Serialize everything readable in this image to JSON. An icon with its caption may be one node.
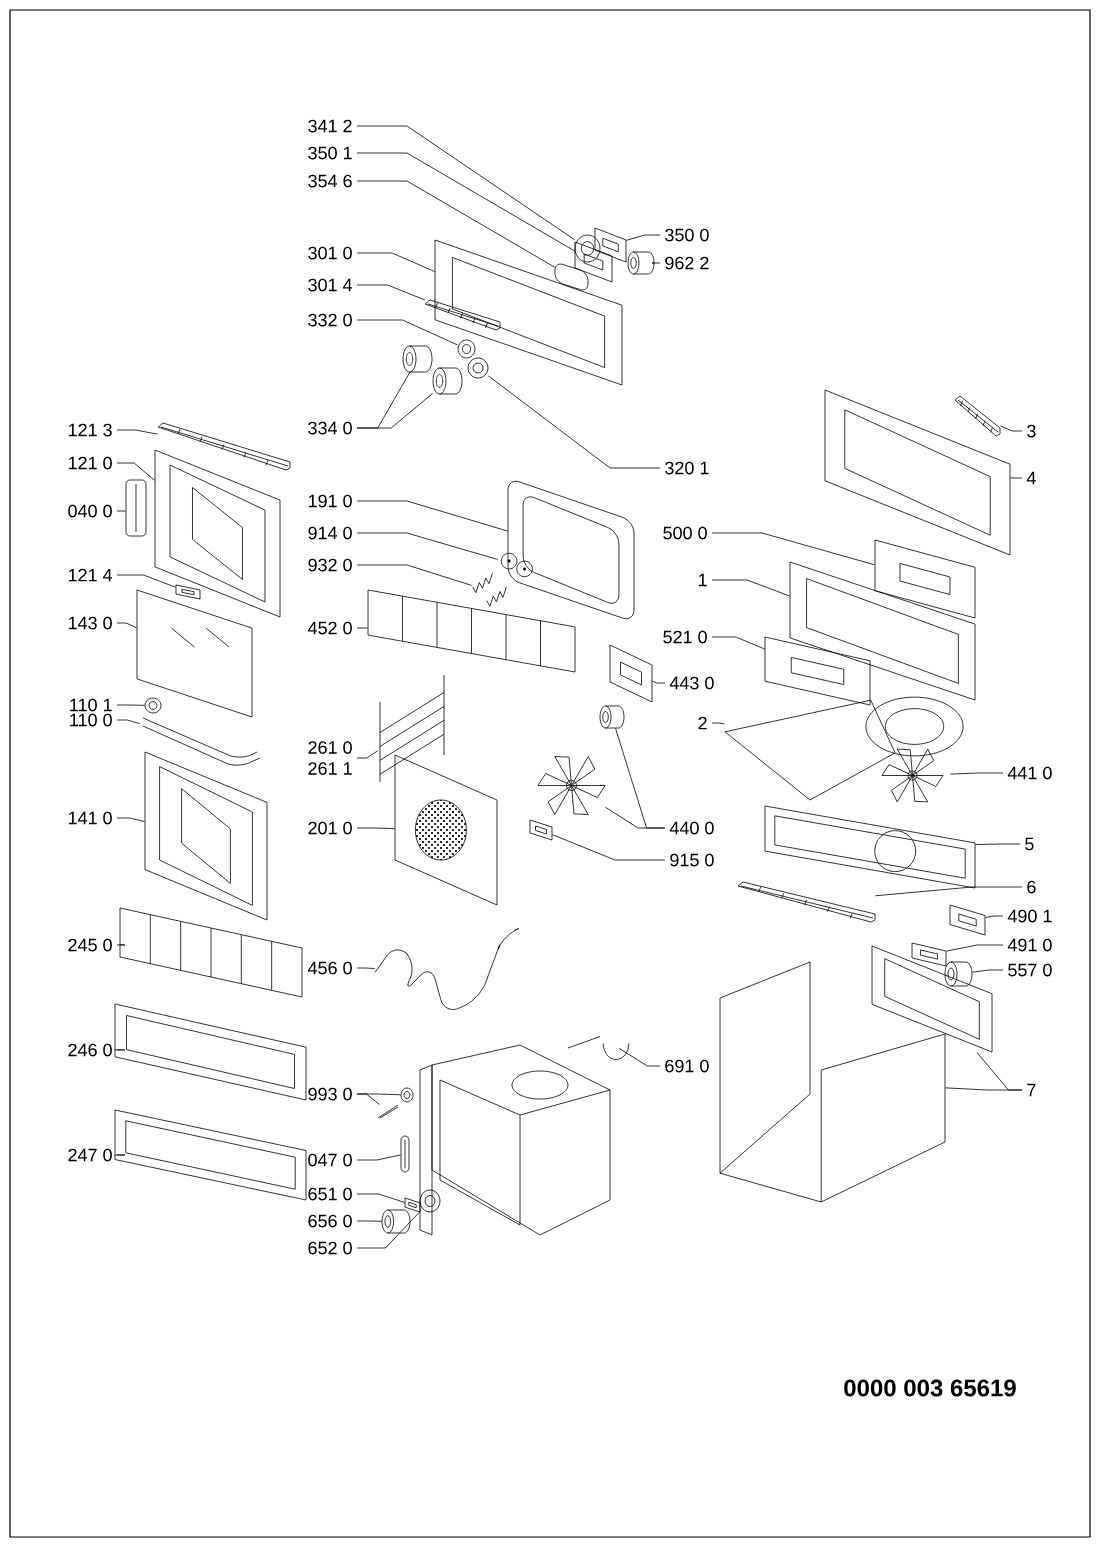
{
  "diagram": {
    "nodes": [
      {
        "text": [
          "341 2"
        ]
      },
      {
        "text": [],
        "shape": "picture"
      },
      {
        "text": [
          "350 1"
        ]
      },
      {
        "text": [],
        "shape": "picture"
      },
      {
        "text": [
          "354 6"
        ]
      },
      {
        "text": [],
        "shape": "picture"
      },
      {
        "text": [
          "350 0"
        ]
      },
      {
        "text": [],
        "shape": "picture"
      },
      {
        "text": [
          "962 2"
        ]
      },
      {
        "text": [],
        "shape": "picture"
      },
      {
        "text": [
          "301 0"
        ]
      },
      {
        "text": [],
        "shape": "picture"
      },
      {
        "text": [
          "301 4"
        ]
      },
      {
        "text": [],
        "shape": "picture"
      },
      {
        "text": [
          "332 0"
        ]
      },
      {
        "text": [],
        "shape": "picture"
      },
      {
        "text": [
          "334 0"
        ]
      },
      {
        "text": [],
        "shape": "picture"
      },
      {
        "text": [],
        "shape": "picture"
      },
      {
        "text": [
          "320 1"
        ]
      },
      {
        "text": [],
        "shape": "picture"
      },
      {
        "text": [
          "191 0"
        ]
      },
      {
        "text": [],
        "shape": "picture"
      },
      {
        "text": [
          "914 0"
        ]
      },
      {
        "text": [],
        "shape": "picture"
      },
      {
        "text": [
          "932 0"
        ]
      },
      {
        "text": [],
        "shape": "picture"
      },
      {
        "text": [
          "452 0"
        ]
      },
      {
        "text": [],
        "shape": "picture"
      },
      {
        "text": [
          "261 0",
          "261 1"
        ]
      },
      {
        "text": [],
        "shape": "picture"
      },
      {
        "text": [
          "201 0"
        ]
      },
      {
        "text": [],
        "shape": "picture"
      },
      {
        "text": [
          "456 0"
        ]
      },
      {
        "text": [],
        "shape": "picture"
      },
      {
        "text": [
          "993 0"
        ]
      },
      {
        "text": [],
        "shape": "picture"
      },
      {
        "text": [],
        "shape": "picture"
      },
      {
        "text": [
          "047 0"
        ]
      },
      {
        "text": [],
        "shape": "picture"
      },
      {
        "text": [
          "651 0"
        ]
      },
      {
        "text": [],
        "shape": "picture"
      },
      {
        "text": [
          "656 0"
        ]
      },
      {
        "text": [],
        "shape": "picture"
      },
      {
        "text": [
          "652 0"
        ]
      },
      {
        "text": [],
        "shape": "picture"
      },
      {
        "text": [
          "691 0"
        ]
      },
      {
        "text": [],
        "shape": "picture"
      },
      {
        "text": [
          "443 0"
        ]
      },
      {
        "text": [],
        "shape": "picture"
      },
      {
        "text": [
          "440 0"
        ]
      },
      {
        "text": [],
        "shape": "picture"
      },
      {
        "text": [],
        "shape": "picture"
      },
      {
        "text": [
          "915 0"
        ]
      },
      {
        "text": [],
        "shape": "picture"
      },
      {
        "text": [
          "3"
        ]
      },
      {
        "text": [],
        "shape": "picture"
      },
      {
        "text": [
          "4"
        ]
      },
      {
        "text": [],
        "shape": "picture"
      },
      {
        "text": [
          "500 0"
        ]
      },
      {
        "text": [],
        "shape": "picture"
      },
      {
        "text": [
          "1"
        ]
      },
      {
        "text": [],
        "shape": "picture"
      },
      {
        "text": [
          "521 0"
        ]
      },
      {
        "text": [],
        "shape": "picture"
      },
      {
        "text": [
          "2"
        ]
      },
      {
        "text": [],
        "shape": "picture"
      },
      {
        "text": [
          "441 0"
        ]
      },
      {
        "text": [],
        "shape": "picture"
      },
      {
        "text": [
          "5"
        ]
      },
      {
        "text": [],
        "shape": "picture"
      },
      {
        "text": [
          "6"
        ]
      },
      {
        "text": [],
        "shape": "picture"
      },
      {
        "text": [
          "490 1"
        ]
      },
      {
        "text": [],
        "shape": "picture"
      },
      {
        "text": [
          "491 0"
        ]
      },
      {
        "text": [],
        "shape": "picture"
      },
      {
        "text": [
          "557 0"
        ]
      },
      {
        "text": [],
        "shape": "picture"
      },
      {
        "text": [
          "7"
        ]
      },
      {
        "text": [],
        "shape": "picture"
      },
      {
        "text": [],
        "shape": "picture"
      },
      {
        "text": [
          "121 3"
        ]
      },
      {
        "text": [],
        "shape": "picture"
      },
      {
        "text": [
          "121 0"
        ]
      },
      {
        "text": [],
        "shape": "picture"
      },
      {
        "text": [
          "040 0"
        ]
      },
      {
        "text": [],
        "shape": "picture"
      },
      {
        "text": [
          "121 4"
        ]
      },
      {
        "text": [],
        "shape": "picture"
      },
      {
        "text": [
          "143 0"
        ]
      },
      {
        "text": [],
        "shape": "picture"
      },
      {
        "text": [
          "110 1"
        ]
      },
      {
        "text": [],
        "shape": "picture"
      },
      {
        "text": [
          "110 0"
        ]
      },
      {
        "text": [],
        "shape": "picture"
      },
      {
        "text": [
          "141 0"
        ]
      },
      {
        "text": [],
        "shape": "picture"
      },
      {
        "text": [
          "245 0"
        ]
      },
      {
        "text": [],
        "shape": "picture"
      },
      {
        "text": [
          "246 0"
        ]
      },
      {
        "text": [],
        "shape": "picture"
      },
      {
        "text": [
          "247 0"
        ]
      },
      {
        "text": [],
        "shape": "picture"
      }
    ],
    "edges": [
      {
        "from": 0,
        "to": 1,
        "arrow": "none"
      },
      {
        "from": 2,
        "to": 3,
        "arrow": "none"
      },
      {
        "from": 4,
        "to": 5,
        "arrow": "none"
      },
      {
        "from": 6,
        "to": 7,
        "arrow": "none"
      },
      {
        "from": 8,
        "to": 9,
        "arrow": "none"
      },
      {
        "from": 10,
        "to": 11,
        "arrow": "none"
      },
      {
        "from": 12,
        "to": 13,
        "arrow": "none"
      },
      {
        "from": 14,
        "to": 15,
        "arrow": "none"
      },
      {
        "from": 16,
        "to": 17,
        "arrow": "none"
      },
      {
        "from": 16,
        "to": 18,
        "arrow": "none"
      },
      {
        "from": 19,
        "to": 20,
        "arrow": "none"
      },
      {
        "from": 21,
        "to": 22,
        "arrow": "none"
      },
      {
        "from": 23,
        "to": 24,
        "arrow": "none"
      },
      {
        "from": 25,
        "to": 26,
        "arrow": "none"
      },
      {
        "from": 27,
        "to": 28,
        "arrow": "none"
      },
      {
        "from": 29,
        "to": 30,
        "arrow": "none"
      },
      {
        "from": 31,
        "to": 32,
        "arrow": "none"
      },
      {
        "from": 33,
        "to": 34,
        "arrow": "none"
      },
      {
        "from": 35,
        "to": 36,
        "arrow": "none"
      },
      {
        "from": 35,
        "to": 37,
        "arrow": "none"
      },
      {
        "from": 38,
        "to": 39,
        "arrow": "none"
      },
      {
        "from": 40,
        "to": 41,
        "arrow": "none"
      },
      {
        "from": 42,
        "to": 43,
        "arrow": "none"
      },
      {
        "from": 44,
        "to": 45,
        "arrow": "none"
      },
      {
        "from": 46,
        "to": 47,
        "arrow": "none"
      },
      {
        "from": 48,
        "to": 49,
        "arrow": "none"
      },
      {
        "from": 50,
        "to": 51,
        "arrow": "none"
      },
      {
        "from": 50,
        "to": 52,
        "arrow": "none"
      },
      {
        "from": 53,
        "to": 54,
        "arrow": "none"
      },
      {
        "from": 55,
        "to": 56,
        "arrow": "none"
      },
      {
        "from": 57,
        "to": 58,
        "arrow": "none"
      },
      {
        "from": 59,
        "to": 60,
        "arrow": "none"
      },
      {
        "from": 61,
        "to": 62,
        "arrow": "none"
      },
      {
        "from": 63,
        "to": 64,
        "arrow": "none"
      },
      {
        "from": 65,
        "to": 66,
        "arrow": "none"
      },
      {
        "from": 67,
        "to": 68,
        "arrow": "none"
      },
      {
        "from": 69,
        "to": 70,
        "arrow": "none"
      },
      {
        "from": 71,
        "to": 72,
        "arrow": "none"
      },
      {
        "from": 73,
        "to": 74,
        "arrow": "none"
      },
      {
        "from": 75,
        "to": 76,
        "arrow": "none"
      },
      {
        "from": 77,
        "to": 78,
        "arrow": "none"
      },
      {
        "from": 79,
        "to": 80,
        "arrow": "none"
      },
      {
        "from": 79,
        "to": 81,
        "arrow": "none"
      },
      {
        "from": 82,
        "to": 83,
        "arrow": "none"
      },
      {
        "from": 84,
        "to": 85,
        "arrow": "none"
      },
      {
        "from": 86,
        "to": 87,
        "arrow": "none"
      },
      {
        "from": 88,
        "to": 89,
        "arrow": "none"
      },
      {
        "from": 90,
        "to": 91,
        "arrow": "none"
      },
      {
        "from": 92,
        "to": 93,
        "arrow": "none"
      },
      {
        "from": 94,
        "to": 95,
        "arrow": "none"
      },
      {
        "from": 96,
        "to": 97,
        "arrow": "none"
      },
      {
        "from": 98,
        "to": 99,
        "arrow": "none"
      },
      {
        "from": 100,
        "to": 101,
        "arrow": "none"
      },
      {
        "from": 102,
        "to": 103,
        "arrow": "none"
      }
    ],
    "labels": [
      "0000 003 65619"
    ]
  }
}
